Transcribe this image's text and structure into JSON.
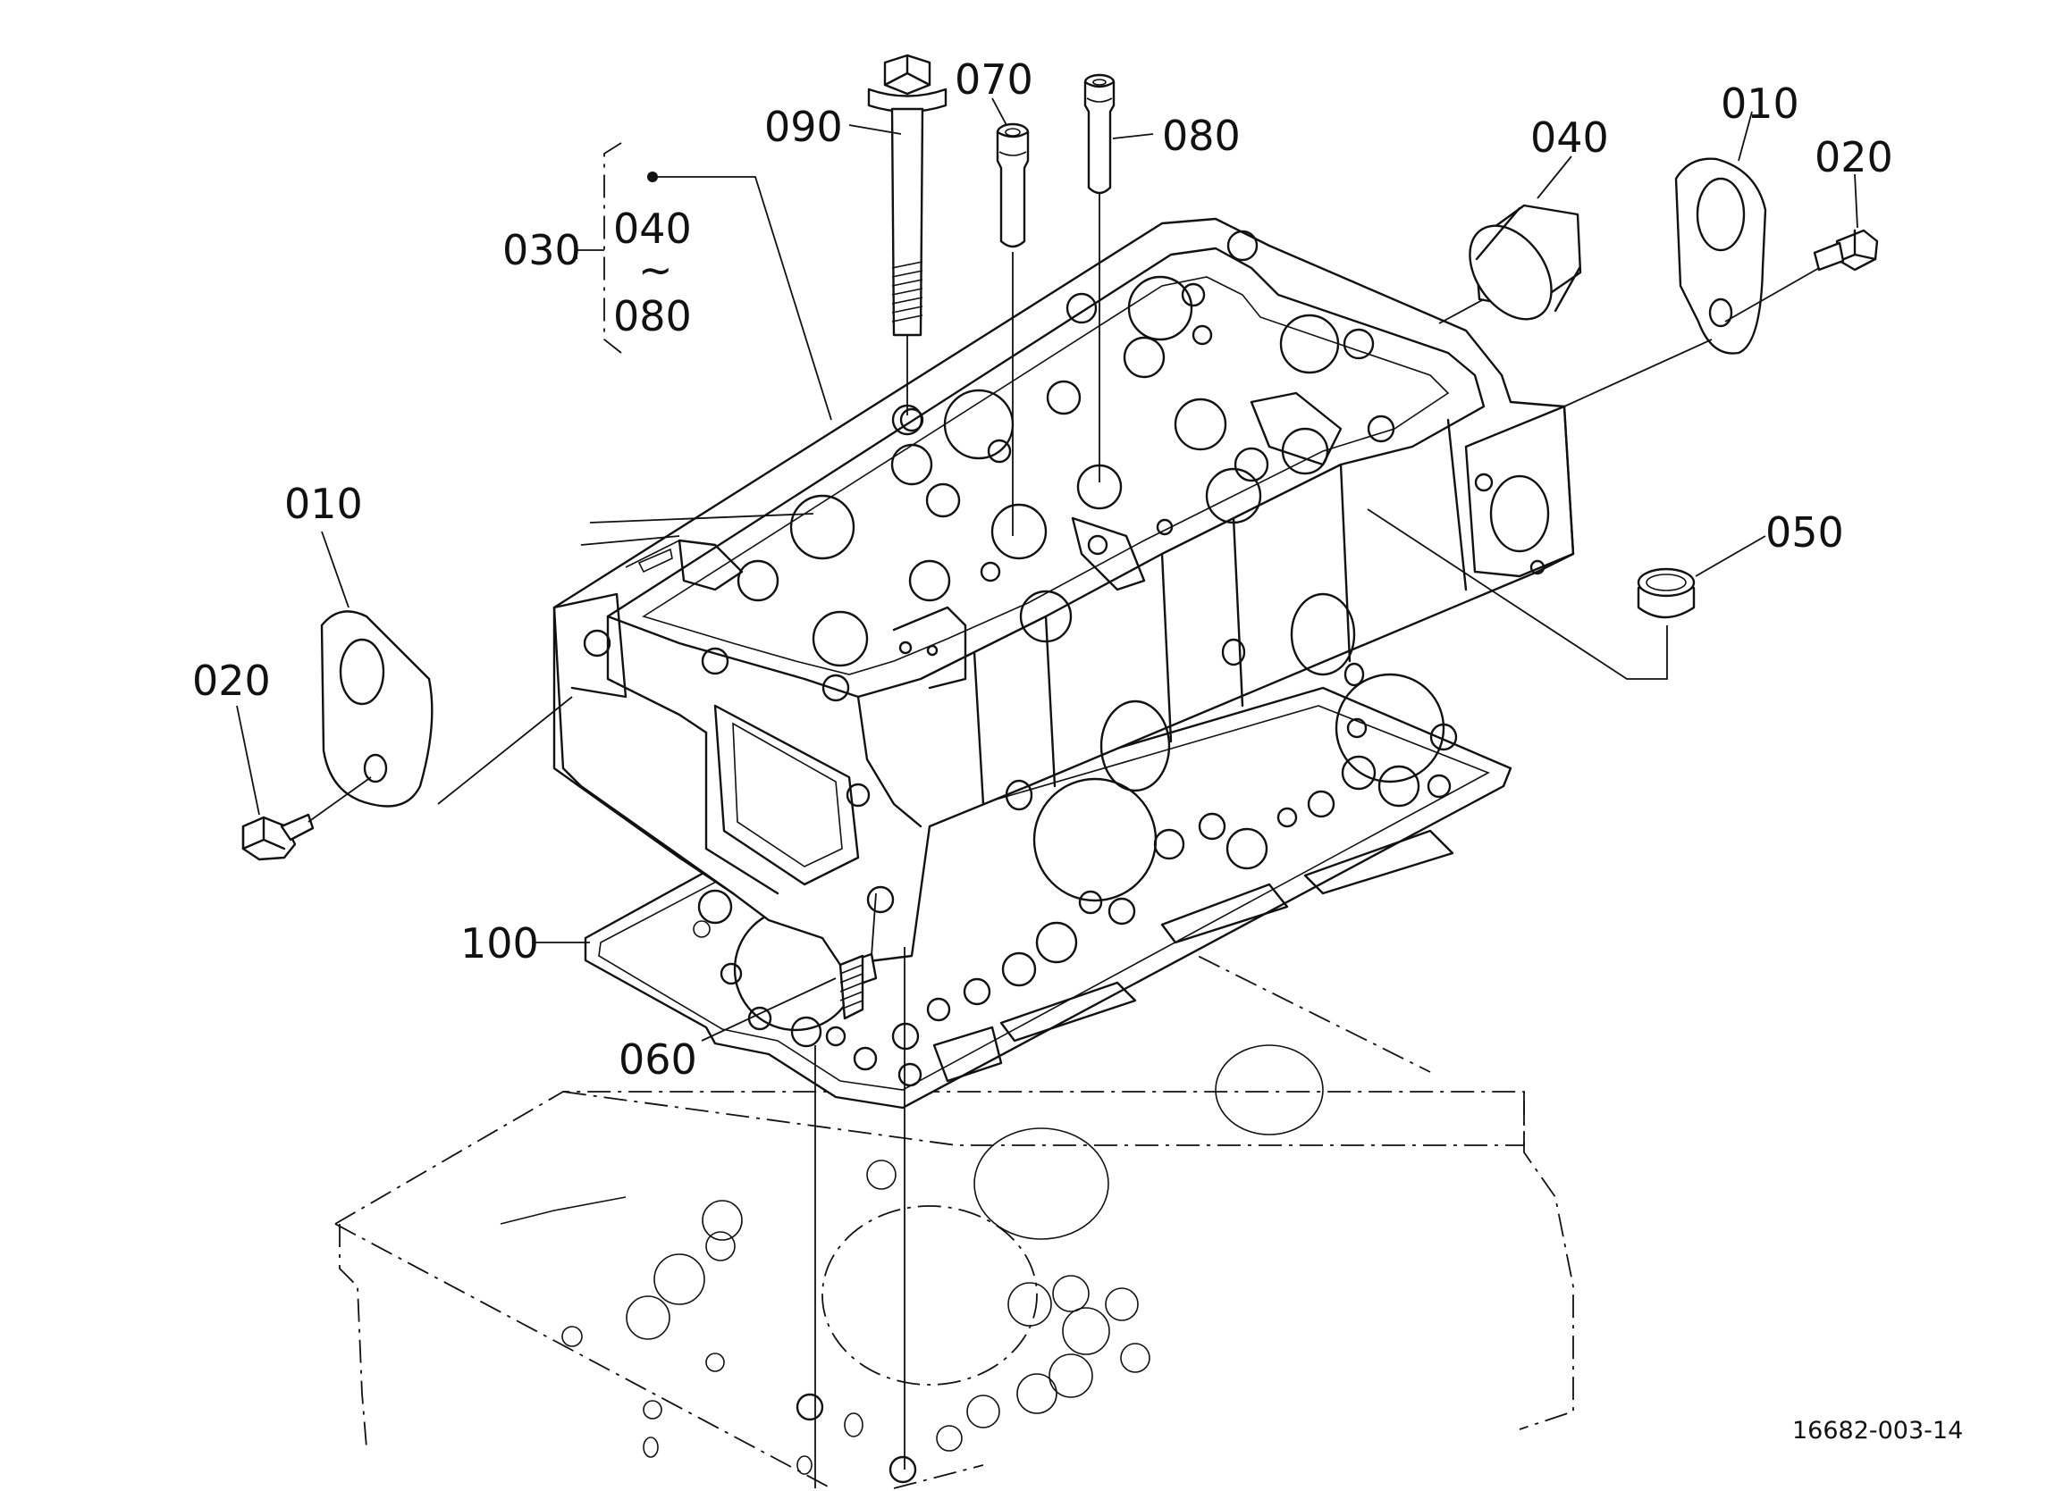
{
  "labels": {
    "p010_left": "010",
    "p010_right": "010",
    "p020_left": "020",
    "p020_right": "020",
    "p030": "030",
    "p040_group_start": "040",
    "p040_group_tilde": "~",
    "p040_group_end": "080",
    "p040": "040",
    "p050": "050",
    "p060": "060",
    "p070": "070",
    "p080": "080",
    "p090": "090",
    "p100": "100"
  },
  "drawing_code": "16682-003-14"
}
